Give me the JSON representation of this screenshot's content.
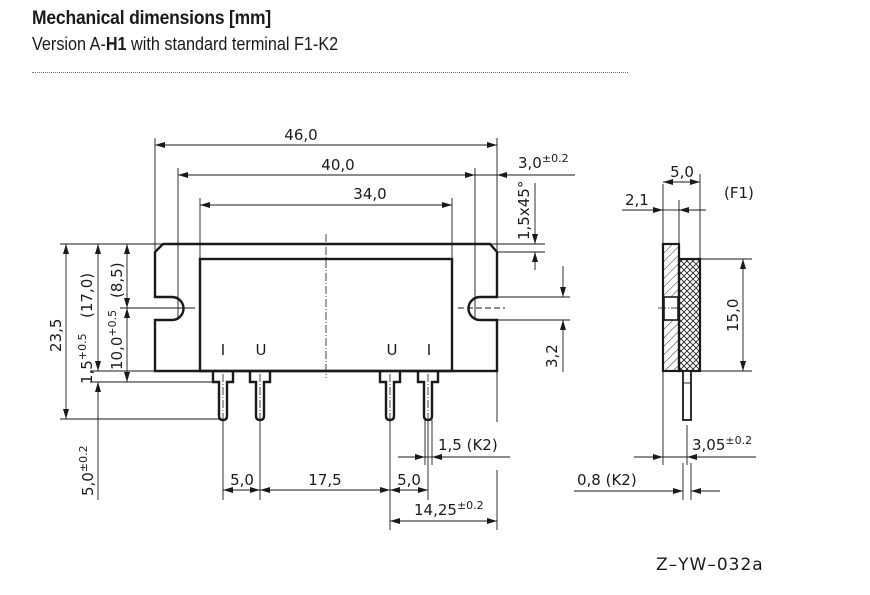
{
  "header": {
    "title": "Mechanical dimensions [mm]",
    "subtitle_prefix": "Version A-",
    "subtitle_bold": "H1",
    "subtitle_suffix": " with standard terminal F1-K2"
  },
  "front_view": {
    "dims": {
      "overall_width": "46,0",
      "hole_pitch": "40,0",
      "ceramic_width": "34,0",
      "corner_width": "3,0",
      "corner_width_tol": "±0.2",
      "chamfer": "1,5x45°",
      "overall_height": "23,5",
      "height_ref": "(17,0)",
      "height_to_base": "10,0",
      "height_to_base_tol": "+0.5",
      "hole_height_ref": "(8,5)",
      "flange_offset": "1,5",
      "flange_offset_tol": "+0.5",
      "pin_length": "5,0",
      "pin_length_tol": "±0.2",
      "slot_width": "3,2",
      "pin_pitch_left": "5,0",
      "pin_center_gap": "17,5",
      "pin_pitch_right": "5,0",
      "pin_width": "1,5 (K2)",
      "pin_offset": "14,25",
      "pin_offset_tol": "±0.2"
    },
    "pin_labels": [
      "I",
      "U",
      "U",
      "I"
    ]
  },
  "side_view": {
    "dims": {
      "total_thickness": "5,0",
      "base_thickness": "2,1",
      "terminal_type": "(F1)",
      "ceramic_height": "15,0",
      "pin_offset": "3,05",
      "pin_offset_tol": "±0.2",
      "pin_thickness": "0,8 (K2)"
    }
  },
  "drawing_code": "Z–YW–032a"
}
